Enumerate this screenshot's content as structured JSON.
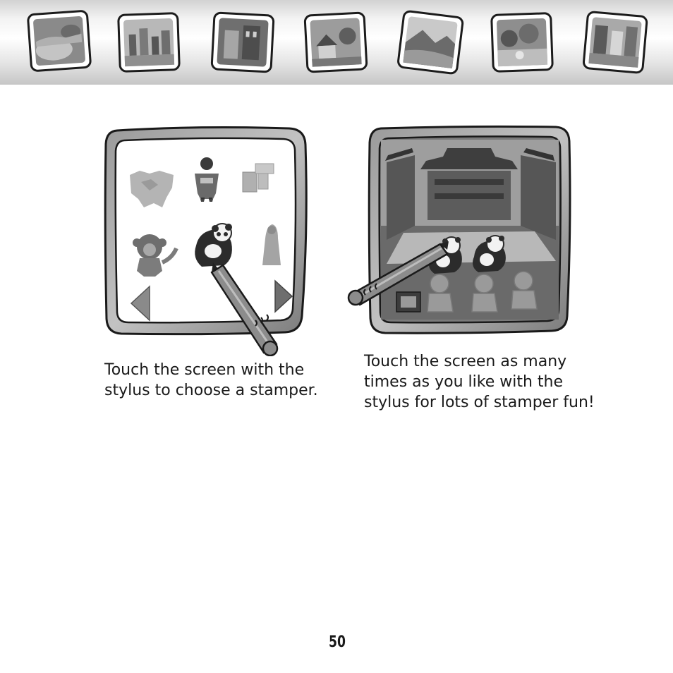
{
  "banner": {
    "thumbnails": [
      {
        "icon": "seascape-scene-thumbnail"
      },
      {
        "icon": "city-skyline-scene-thumbnail"
      },
      {
        "icon": "castle-scene-thumbnail"
      },
      {
        "icon": "village-scene-thumbnail"
      },
      {
        "icon": "landscape-scene-thumbnail"
      },
      {
        "icon": "garden-scene-thumbnail"
      },
      {
        "icon": "street-scene-thumbnail"
      }
    ]
  },
  "left_step": {
    "caption": "Touch the screen with the\nstylus to choose a stamper.",
    "stampers": [
      "map-stamp",
      "warrior-stamp",
      "ruins-stamp",
      "monkey-stamp",
      "panda-stamp",
      "statue-stamp"
    ]
  },
  "right_step": {
    "caption": "Touch the screen as many\ntimes as you like with the\nstylus for lots of stamper fun!"
  },
  "page_number": "50"
}
